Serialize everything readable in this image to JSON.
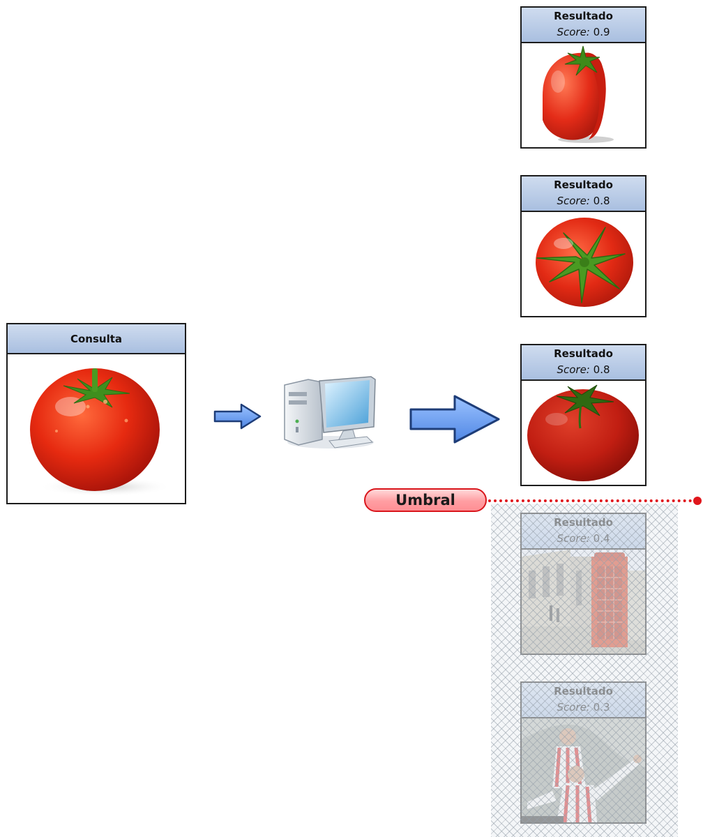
{
  "query": {
    "title": "Consulta"
  },
  "threshold": {
    "label": "Umbral"
  },
  "score_prefix": "Score:",
  "results": [
    {
      "title": "Resultado",
      "score": "0.9",
      "image": "tomato-icon"
    },
    {
      "title": "Resultado",
      "score": "0.8",
      "image": "tomato-top-icon"
    },
    {
      "title": "Resultado",
      "score": "0.8",
      "image": "tomato-icon"
    },
    {
      "title": "Resultado",
      "score": "0.4",
      "image": "phone-booth-street-photo"
    },
    {
      "title": "Resultado",
      "score": "0.3",
      "image": "football-players-photo"
    }
  ],
  "colors": {
    "header_blue": "#a9bfe0",
    "arrow_blue": "#6fa0ef",
    "threshold_red": "#e0161c",
    "tomato_red": "#e02a14"
  }
}
